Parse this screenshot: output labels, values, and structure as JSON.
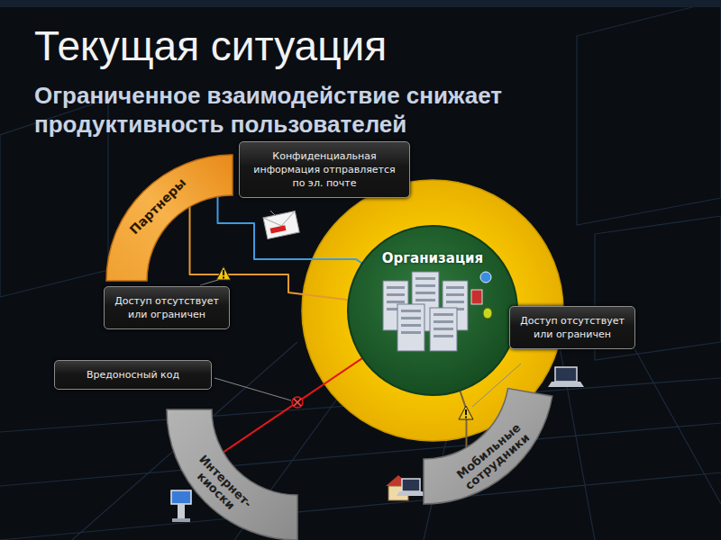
{
  "diagram": {
    "title": "Текущая ситуация",
    "nodes": [
      {
        "text": [
          "Конфиденциальная информация отправляется по эл. почте"
        ]
      },
      {
        "text": [
          "Партнеры"
        ]
      },
      {
        "text": [
          "Доступ отсутствует или ограничен"
        ]
      },
      {
        "text": [
          "Организация"
        ]
      },
      {
        "text": [
          "Доступ отсутствует или ограничен"
        ]
      },
      {
        "text": [
          "Вредоносный код"
        ]
      },
      {
        "text": [
          "Интернет-киоски"
        ]
      },
      {
        "text": [
          "Мобильные сотрудники"
        ]
      }
    ],
    "edges": [
      {
        "from": 1,
        "to": 3,
        "arrow": "none"
      },
      {
        "from": 1,
        "to": 3,
        "arrow": "none"
      },
      {
        "from": 6,
        "to": 3,
        "arrow": "none"
      },
      {
        "from": 7,
        "to": 3,
        "arrow": "none"
      }
    ],
    "labels": [
      "Ограниченное взаимодействие снижает продуктивность пользователей"
    ]
  }
}
